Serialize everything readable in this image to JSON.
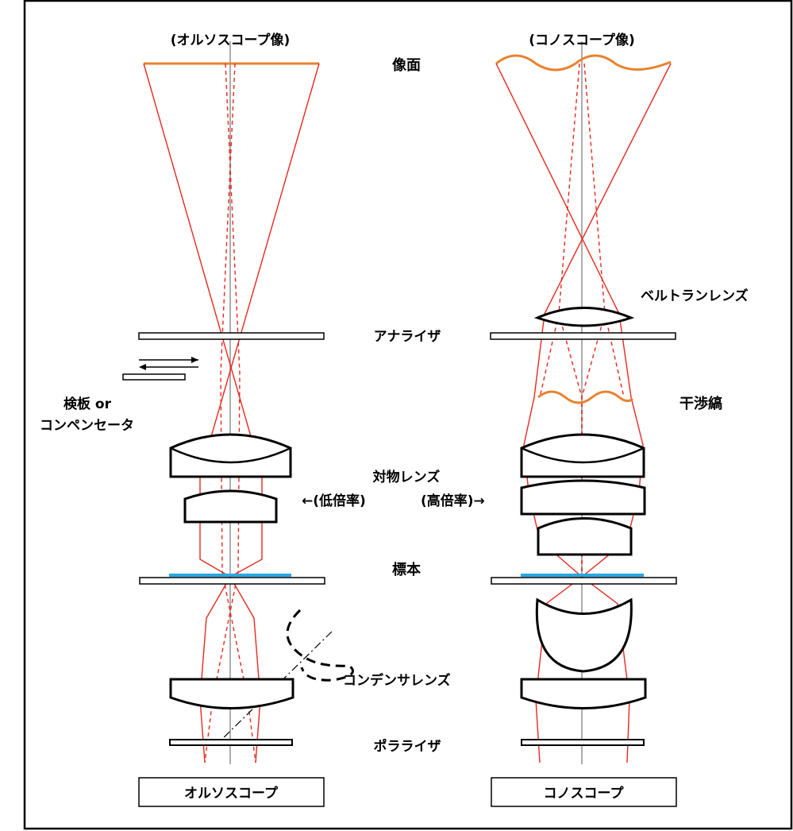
{
  "labels": {
    "ortho_image_title": "(オルソスコープ像)",
    "cono_image_title": "(コノスコープ像)",
    "image_plane": "像面",
    "bertrand_lens": "ベルトランレンズ",
    "analyzer": "アナライザ",
    "interference_fringes": "干渉縞",
    "test_plate_line1": "検板 or",
    "test_plate_line2": "コンペンセータ",
    "objective_lens": "対物レンズ",
    "low_magnification": "←(低倍率)",
    "high_magnification": "(高倍率)→",
    "specimen": "標本",
    "condenser_lens": "コンデンサレンズ",
    "polarizer": "ポラライザ",
    "orthoscope_box": "オルソスコープ",
    "conoscope_box": "コノスコープ"
  },
  "colors": {
    "frame": "#000000",
    "ray": "#e8281e",
    "axis": "#909090",
    "image_plane": "#e8822e",
    "specimen_slide": "#27a8e0",
    "lens_stroke": "#000000"
  }
}
